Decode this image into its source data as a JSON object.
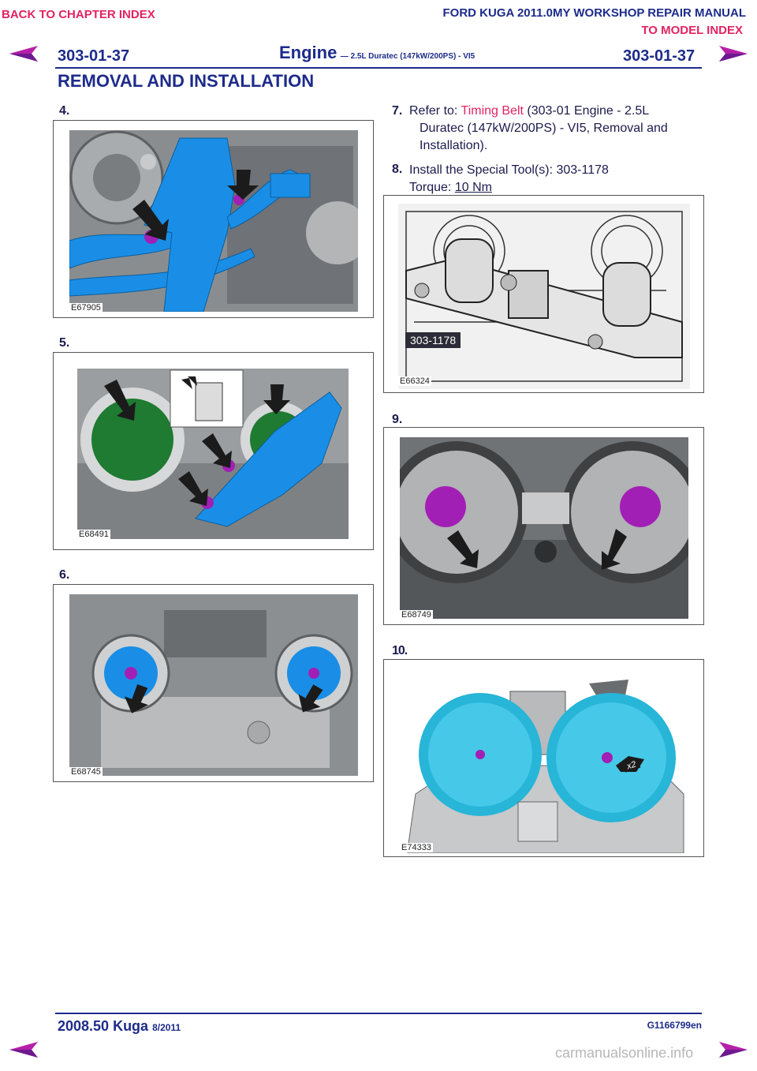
{
  "top": {
    "back_link": "BACK TO CHAPTER INDEX",
    "manual_title": "FORD KUGA 2011.0MY WORKSHOP REPAIR MANUAL",
    "model_link": "TO MODEL INDEX"
  },
  "header": {
    "page_left": "303-01-37",
    "title": "Engine",
    "subtitle": "— 2.5L Duratec (147kW/200PS) - VI5",
    "page_right": "303-01-37"
  },
  "section_title": "REMOVAL AND INSTALLATION",
  "steps": {
    "s4": {
      "num": "4.",
      "fig": "E67905"
    },
    "s5": {
      "num": "5.",
      "fig": "E68491"
    },
    "s6": {
      "num": "6.",
      "fig": "E68745"
    },
    "s7": {
      "num": "7.",
      "refer": "Refer to:",
      "link": "Timing Belt",
      "rest1": "(303-01 Engine - 2.5L",
      "rest2": "Duratec (147kW/200PS) - VI5, Removal and",
      "rest3": "Installation)."
    },
    "s8": {
      "num": "8.",
      "text": "Install the Special Tool(s): 303-1178",
      "torque_label": "Torque:",
      "torque_value": "10 Nm",
      "tool_tag": "303-1178",
      "fig": "E66324"
    },
    "s9": {
      "num": "9.",
      "fig": "E68749"
    },
    "s10": {
      "num": "10.",
      "fig": "E74333",
      "callout": "x2"
    }
  },
  "footer": {
    "model": "2008.50 Kuga",
    "date": "8/2011",
    "doc_id": "G1166799en"
  },
  "watermark": "carmanualsonline.info",
  "colors": {
    "navy": "#1d2b8a",
    "link_red": "#e2235f",
    "highlight_blue": "#1a8ee6",
    "highlight_magenta": "#a21fb5",
    "highlight_green": "#1f7a32"
  }
}
